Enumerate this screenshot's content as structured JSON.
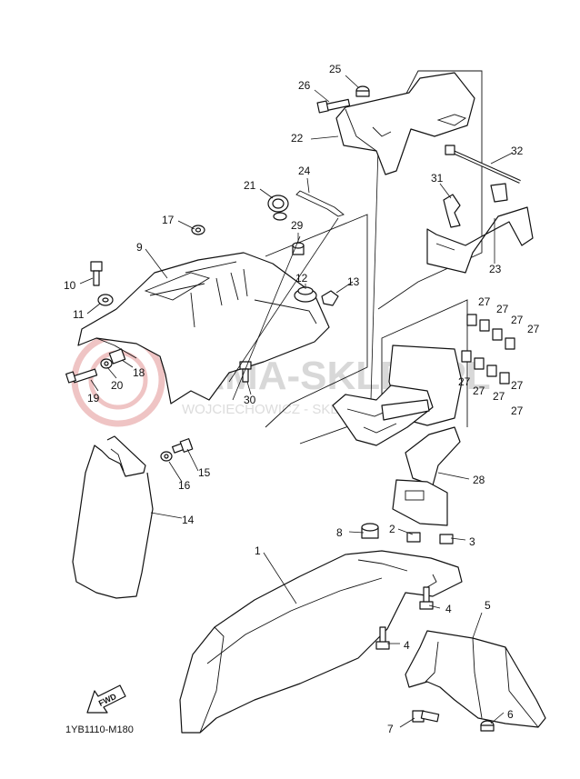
{
  "watermark": {
    "brand": "YAMA-SKLEP.PL",
    "subline": "WOJCIECHOWICZ - SKLEP YAMAHA",
    "accent_color": "#e7a3a3"
  },
  "drawing_code": "1YB1110-M180",
  "fwd_label": "FWD",
  "callouts": [
    "1",
    "2",
    "3",
    "4",
    "4",
    "5",
    "6",
    "7",
    "8",
    "9",
    "10",
    "11",
    "12",
    "13",
    "14",
    "15",
    "16",
    "17",
    "18",
    "19",
    "20",
    "21",
    "22",
    "23",
    "24",
    "25",
    "26",
    "27",
    "27",
    "27",
    "27",
    "27",
    "27",
    "27",
    "27",
    "27",
    "28",
    "29",
    "30",
    "31",
    "32"
  ]
}
